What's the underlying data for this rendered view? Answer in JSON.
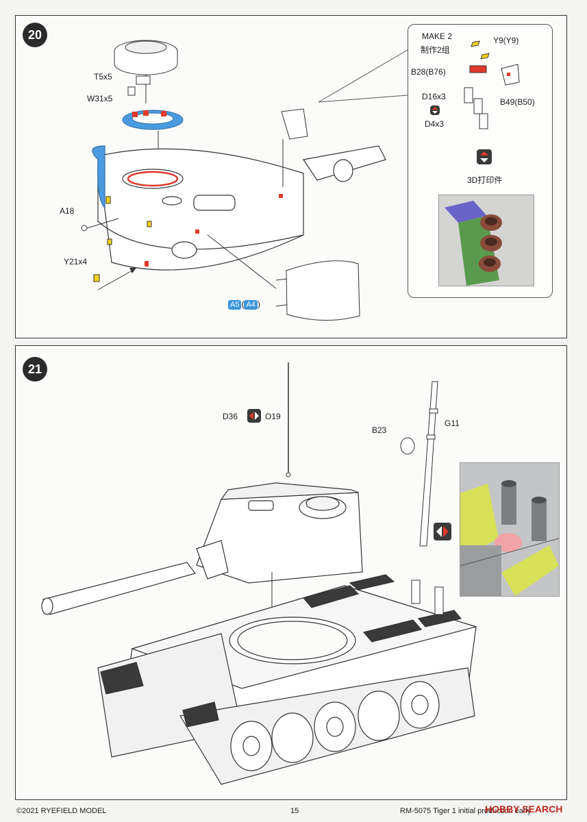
{
  "step20": {
    "number": "20",
    "labels": {
      "t5": "T5x5",
      "w31": "W31x5",
      "a18": "A18",
      "y21": "Y21x4",
      "a5": "A5",
      "a4": "A4",
      "paren_open": "(",
      "paren_close": ")"
    },
    "subassembly": {
      "make": "MAKE 2",
      "make_cn": "制作2组",
      "y9": "Y9(Y9)",
      "b28": "B28(B76)",
      "d16": "D16x3",
      "d4": "D4x3",
      "b49": "B49(B50)",
      "print_label": "3D打印件"
    }
  },
  "step21": {
    "number": "21",
    "labels": {
      "d36": "D36",
      "o19": "O19",
      "b23": "B23",
      "g11": "G11"
    }
  },
  "footer": {
    "copyright": "©2021 RYEFIELD MODEL",
    "page": "15",
    "product": "RM-5075  Tiger 1 initial production early",
    "watermark": "HOBBY SEARCH"
  },
  "colors": {
    "accent_red": "#e0392b",
    "accent_blue": "#4a9be0",
    "badge_blue": "#3c96db",
    "marker_yellow": "#f5d21a",
    "print_green": "#5a9a4e",
    "print_purple": "#6a63c8",
    "print_brown": "#8a4b3a",
    "mesh_yellow": "#d8e34a",
    "pink_part": "#f1a4a8",
    "watermark_red": "#c2271d"
  }
}
